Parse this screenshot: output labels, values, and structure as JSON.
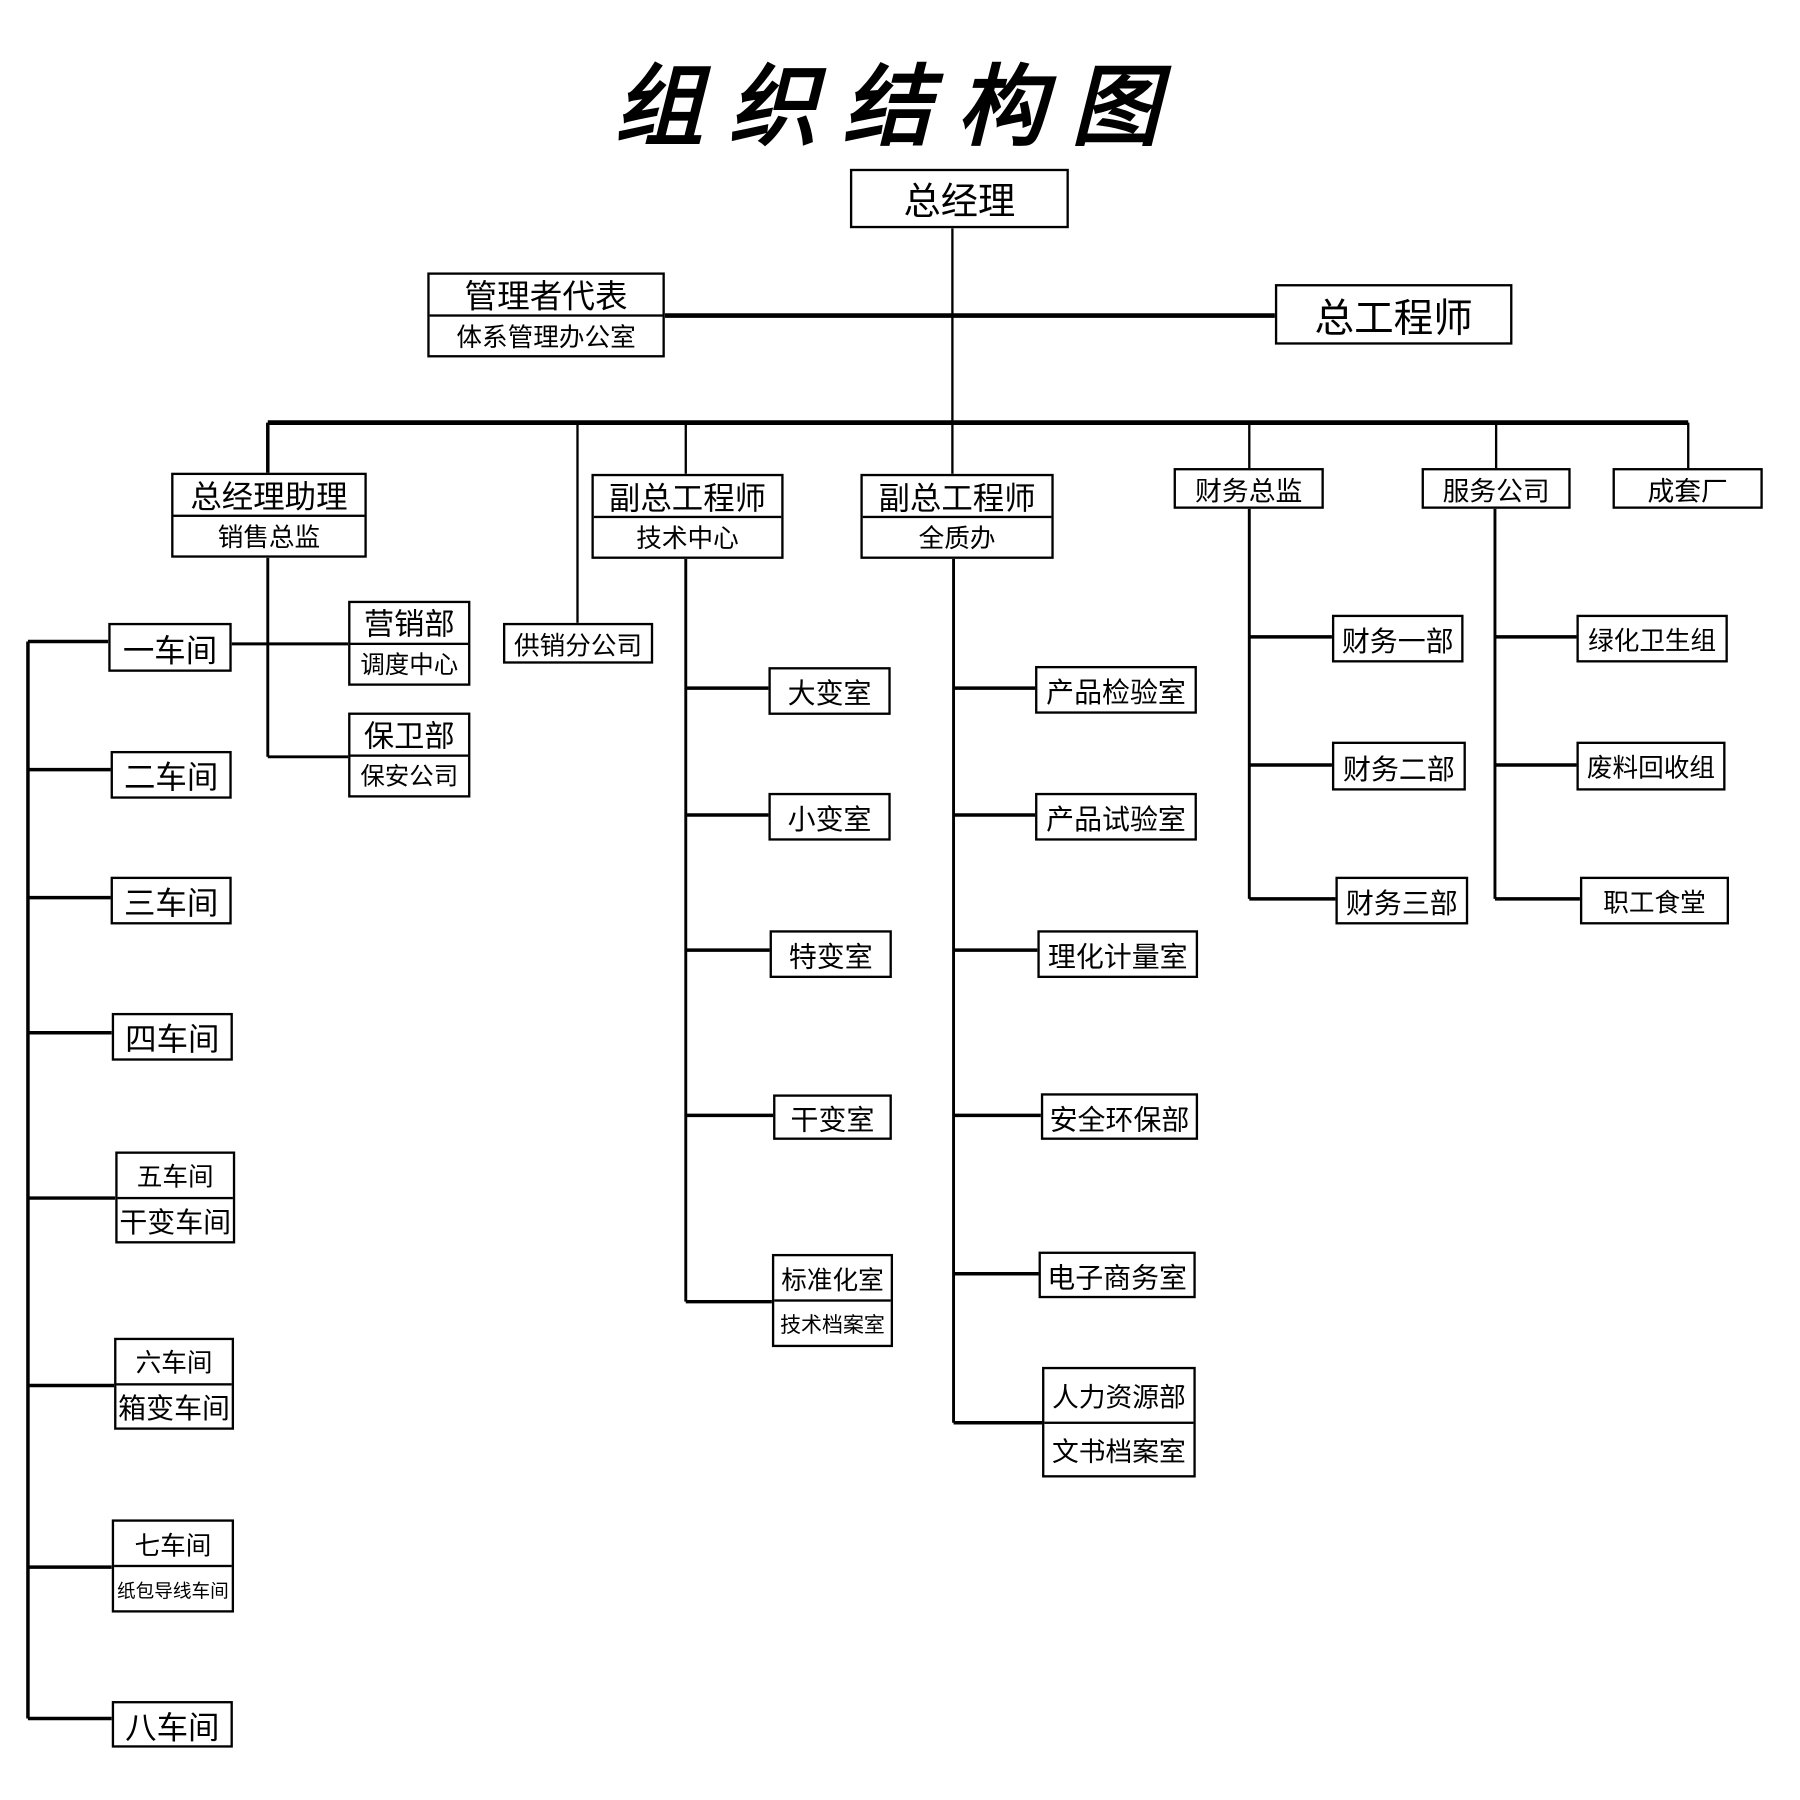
{
  "title": "组织结构图",
  "nodes": {
    "gm": [
      "总经理"
    ],
    "mgmt_rep": [
      "管理者代表",
      "体系管理办公室"
    ],
    "chief_eng": [
      "总工程师"
    ],
    "gm_asst": [
      "总经理助理",
      "销售总监"
    ],
    "supply": [
      "供销分公司"
    ],
    "vce_tech": [
      "副总工程师",
      "技术中心"
    ],
    "vce_qa": [
      "副总工程师",
      "全质办"
    ],
    "cfo": [
      "财务总监"
    ],
    "service": [
      "服务公司"
    ],
    "complete": [
      "成套厂"
    ],
    "marketing": [
      "营销部",
      "调度中心"
    ],
    "security": [
      "保卫部",
      "保安公司"
    ],
    "w1": [
      "一车间"
    ],
    "w2": [
      "二车间"
    ],
    "w3": [
      "三车间"
    ],
    "w4": [
      "四车间"
    ],
    "w5": [
      "五车间",
      "干变车间"
    ],
    "w6": [
      "六车间",
      "箱变车间"
    ],
    "w7": [
      "七车间",
      "纸包导线车间"
    ],
    "w8": [
      "八车间"
    ],
    "t1": [
      "大变室"
    ],
    "t2": [
      "小变室"
    ],
    "t3": [
      "特变室"
    ],
    "t4": [
      "干变室"
    ],
    "t5": [
      "标准化室",
      "技术档案室"
    ],
    "q1": [
      "产品检验室"
    ],
    "q2": [
      "产品试验室"
    ],
    "q3": [
      "理化计量室"
    ],
    "q4": [
      "安全环保部"
    ],
    "q5": [
      "电子商务室"
    ],
    "q6": [
      "人力资源部",
      "文书档案室"
    ],
    "f1": [
      "财务一部"
    ],
    "f2": [
      "财务二部"
    ],
    "f3": [
      "财务三部"
    ],
    "s1": [
      "绿化卫生组"
    ],
    "s2": [
      "废料回收组"
    ],
    "s3": [
      "职工食堂"
    ]
  }
}
